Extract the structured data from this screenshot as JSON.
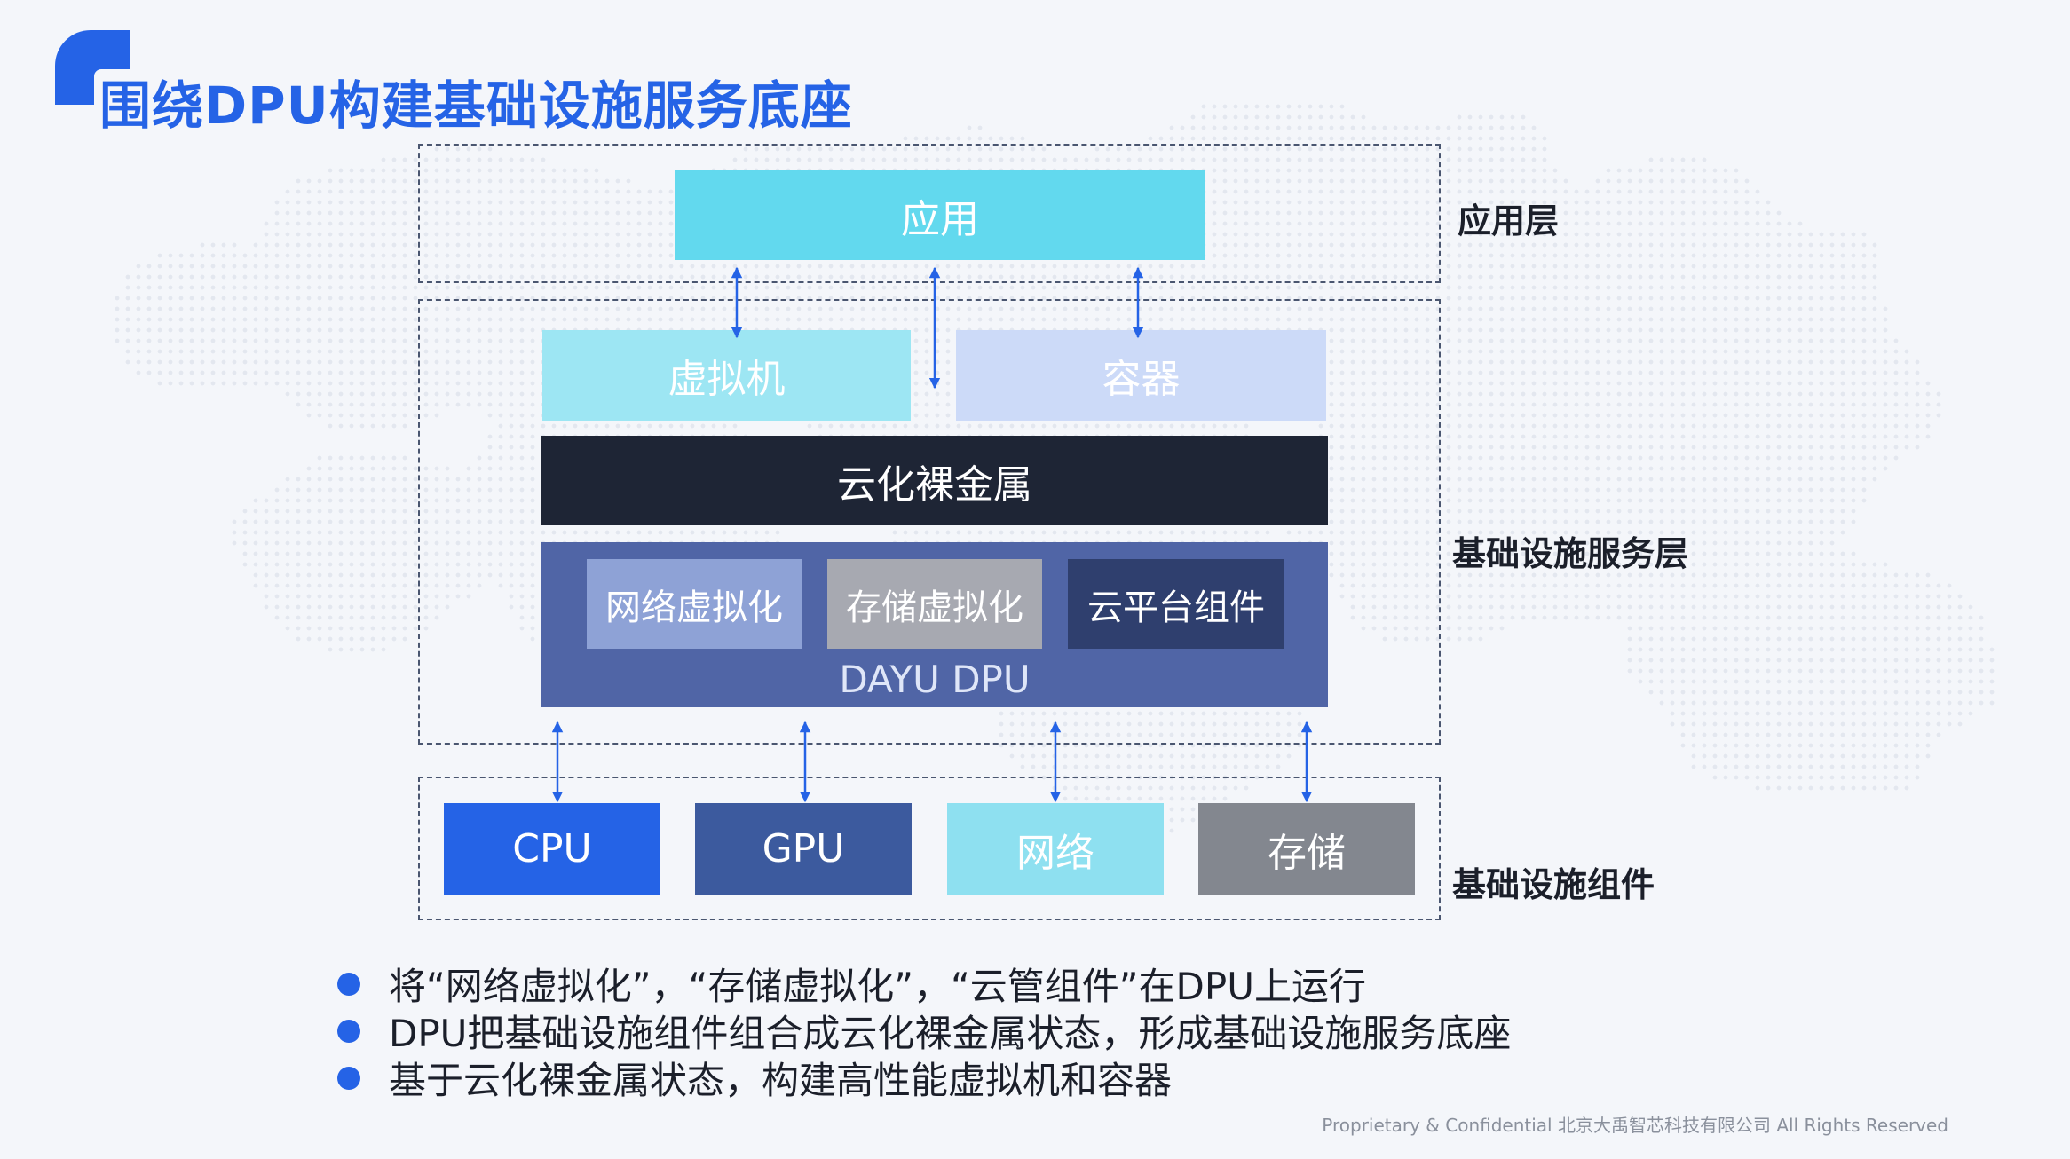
{
  "header": {
    "title": "围绕DPU构建基础设施服务底座"
  },
  "colors": {
    "brand_blue": "#2563e6",
    "app_cyan": "#62d9ee",
    "vm_cyan": "#9de6f3",
    "container_lavender": "#ccdaf8",
    "bare_metal_dark": "#1e2535",
    "dpu_panel": "#5065a6",
    "net_virt": "#8ea2d6",
    "storage_virt": "#a7a9b1",
    "cloud_platform": "#2f3f6e",
    "cpu": "#2563e6",
    "gpu": "#3c5a9e",
    "network": "#8ee0f0",
    "storage": "#83878f",
    "arrow": "#2563e6"
  },
  "diagram": {
    "layers": [
      {
        "id": "app",
        "label": "应用层"
      },
      {
        "id": "infra_service",
        "label": "基础设施服务层"
      },
      {
        "id": "infra_component",
        "label": "基础设施组件"
      }
    ],
    "app_block": "应用",
    "vm_block": "虚拟机",
    "container_block": "容器",
    "bare_metal_block": "云化裸金属",
    "dpu": {
      "name": "DAYU DPU",
      "modules": [
        "网络虚拟化",
        "存储虚拟化",
        "云平台组件"
      ]
    },
    "components": [
      "CPU",
      "GPU",
      "网络",
      "存储"
    ]
  },
  "bullets": [
    "将“网络虚拟化”，“存储虚拟化”，“云管组件”在DPU上运行",
    "DPU把基础设施组件组合成云化裸金属状态，形成基础设施服务底座",
    "基于云化裸金属状态，构建高性能虚拟机和容器"
  ],
  "footer": {
    "note": "Proprietary & Confidential 北京大禹智芯科技有限公司 All Rights Reserved"
  }
}
